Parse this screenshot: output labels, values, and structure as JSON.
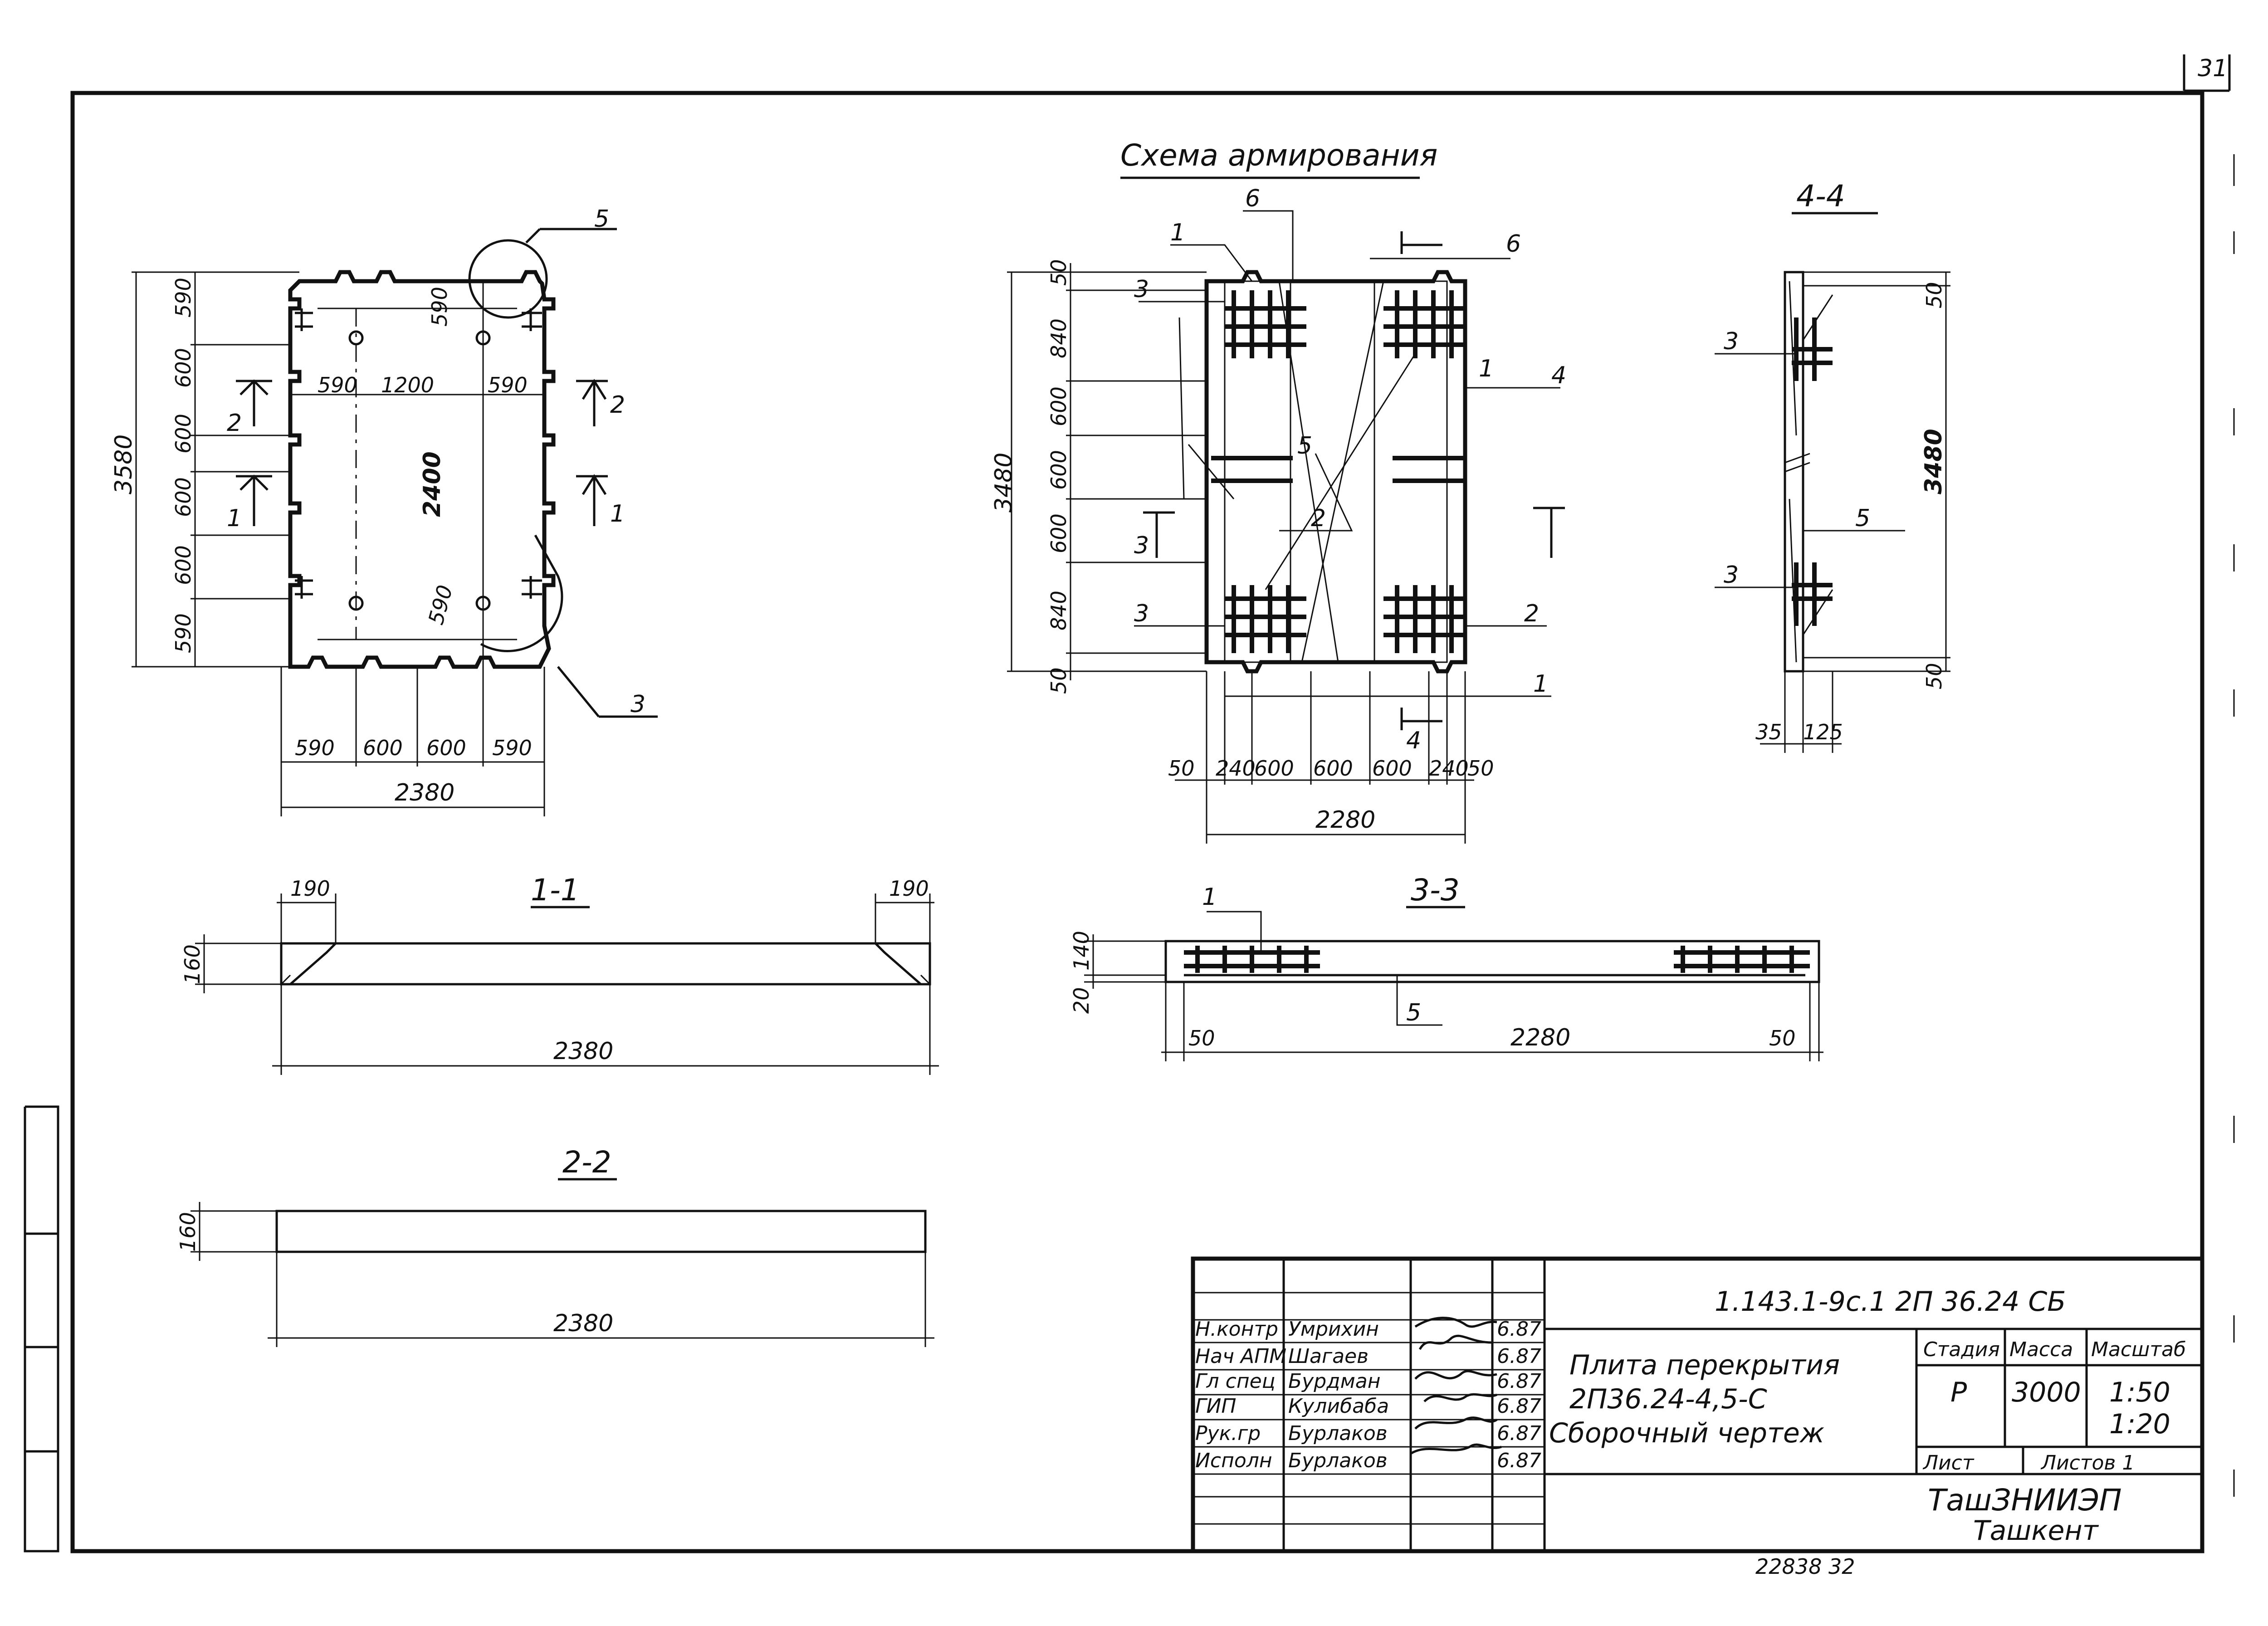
{
  "sheet": {
    "page_number": "31",
    "bottom_note": "22838   32"
  },
  "header": {
    "title": "Схема армирования"
  },
  "plan_view": {
    "leader_5": "5",
    "leader_3": "3",
    "dims_left": [
      "590",
      "600",
      "600",
      "600",
      "600",
      "590"
    ],
    "total_height": "3580",
    "inner_top": [
      "590",
      "1200",
      "590"
    ],
    "inner_vertical": "2400",
    "corner_top": "590",
    "corner_bottom": "590",
    "dims_bottom": [
      "590",
      "600",
      "600",
      "590"
    ],
    "total_width": "2380",
    "section_marks": [
      "1",
      "1",
      "2",
      "2"
    ]
  },
  "rebar_view": {
    "labels": [
      "1",
      "6",
      "6",
      "3",
      "3",
      "4",
      "1",
      "5",
      "2",
      "2",
      "1"
    ],
    "dims_left": [
      "50",
      "840",
      "600",
      "600",
      "600",
      "840",
      "50"
    ],
    "total_height": "3480",
    "dims_bottom": [
      "50",
      "240",
      "600",
      "600",
      "600",
      "240",
      "50"
    ],
    "total_width": "2280",
    "section_3": "3",
    "section_4": "4"
  },
  "section_4_4": {
    "title": "4-4",
    "labels": [
      "3",
      "5",
      "3"
    ],
    "dims_right": [
      "50",
      "3480",
      "50"
    ],
    "dims_bottom": [
      "35",
      "125"
    ]
  },
  "section_1_1": {
    "title": "1-1",
    "top_left": "190",
    "top_right": "190",
    "height": "160",
    "length": "2380"
  },
  "section_3_3": {
    "title": "3-3",
    "label_1": "1",
    "label_5": "5",
    "height_top": "140",
    "height_bottom": "20",
    "left": "50",
    "length": "2280",
    "right": "50"
  },
  "section_2_2": {
    "title": "2-2",
    "height": "160",
    "length": "2380"
  },
  "title_block": {
    "code": "1.143.1-9с.1 2П 36.24 СБ",
    "roles": [
      "Н.контр",
      "Нач АПМ",
      "Гл спец",
      "ГИП",
      "Рук.гр",
      "Исполн"
    ],
    "names": [
      "Умрихин",
      "Шагаев",
      "Бурдман",
      "Кулибаба",
      "Бурлаков",
      "Бурлаков"
    ],
    "dates": [
      "6.87",
      "6.87",
      "6.87",
      "6.87",
      "6.87",
      "6.87"
    ],
    "name_line1": "Плита перекрытия",
    "name_line2": "2П36.24-4,5-С",
    "name_line3": "Сборочный чертеж",
    "stage_h": "Стадия",
    "mass_h": "Масса",
    "scale_h": "Масштаб",
    "stage": "Р",
    "mass": "3000",
    "scale1": "1:50",
    "scale2": "1:20",
    "sheet_h": "Лист",
    "sheets_h": "Листов 1",
    "org1": "ТашЗНИИЭП",
    "org2": "Ташкент"
  }
}
